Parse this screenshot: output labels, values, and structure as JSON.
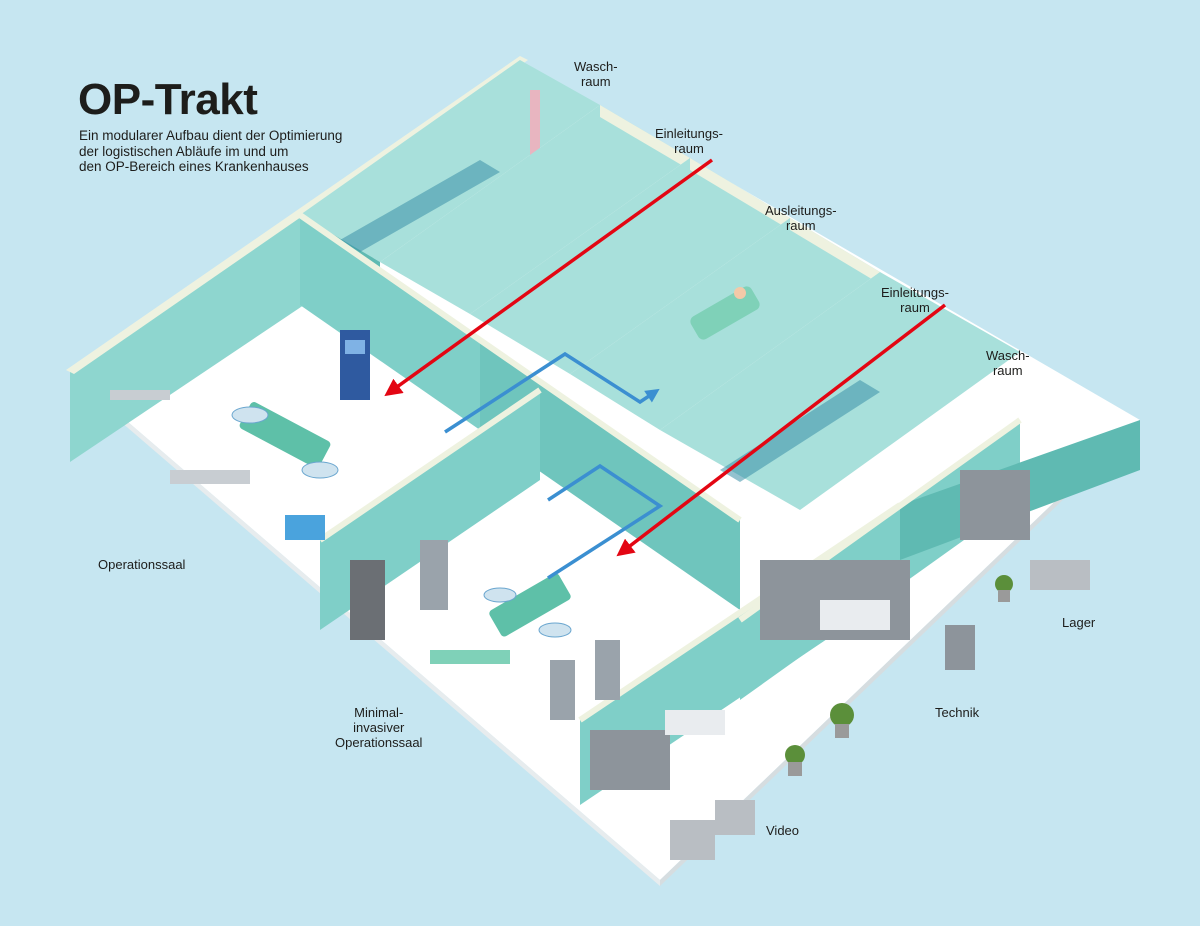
{
  "title": "OP-Trakt",
  "subtitle_lines": [
    "Ein modularer Aufbau dient der Optimierung",
    "der logistischen Abläufe im und um",
    "den OP-Bereich eines Krankenhauses"
  ],
  "rooms": {
    "waschraum_top": [
      "Wasch-",
      "raum"
    ],
    "einleitungsraum_top": [
      "Einleitungs-",
      "raum"
    ],
    "ausleitungsraum": [
      "Ausleitungs-",
      "raum"
    ],
    "einleitungsraum_mid": [
      "Einleitungs-",
      "raum"
    ],
    "waschraum_right": [
      "Wasch-",
      "raum"
    ],
    "operationssaal": "Operationssaal",
    "minimalinvasiver": [
      "Minimal-",
      "invasiver",
      "Operationssaal"
    ],
    "technik": "Technik",
    "lager": "Lager",
    "video": "Video"
  },
  "colors": {
    "background": "#c6e6f1",
    "wall_face": "#7fcfc8",
    "wall_side": "#5fbab2",
    "wall_top": "#eef2e0",
    "floor": "#ffffff",
    "patient_path": "#e30613",
    "staff_path": "#3b8fd1"
  }
}
